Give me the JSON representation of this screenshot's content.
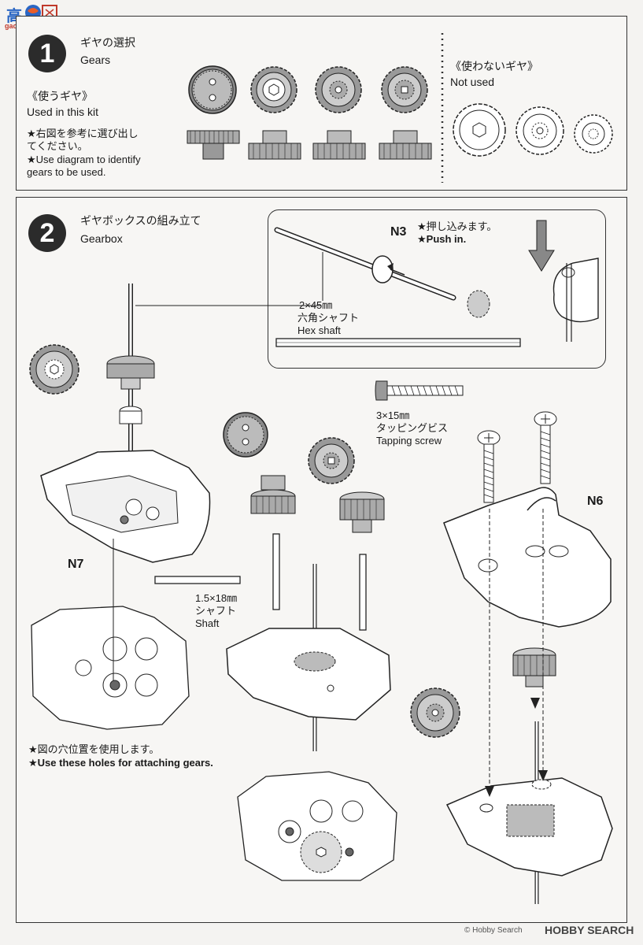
{
  "watermark_top": {
    "logo": "高",
    "url": "gao-shou.com"
  },
  "step1": {
    "number": "1",
    "title_jp": "ギヤの選択",
    "title_en": "Gears",
    "used_jp": "《使うギヤ》",
    "used_en": "Used in this kit",
    "note_jp_1": "★右図を参考に選び出し",
    "note_jp_2": "てください。",
    "note_en_1": "★Use diagram to identify",
    "note_en_2": "gears to be used.",
    "not_used_jp": "《使わないギヤ》",
    "not_used_en": "Not used"
  },
  "step2": {
    "number": "2",
    "title_jp": "ギヤボックスの組み立て",
    "title_en": "Gearbox",
    "n3_label": "N3",
    "push_jp": "★押し込みます。",
    "push_en": "★Push in.",
    "hex_size": "2×45㎜",
    "hex_jp": "六角シャフト",
    "hex_en": "Hex shaft",
    "screw_size": "3×15㎜",
    "screw_jp": "タッピングビス",
    "screw_en": "Tapping screw",
    "n6_label": "N6",
    "n7_label": "N7",
    "shaft_size": "1.5×18㎜",
    "shaft_jp": "シャフト",
    "shaft_en": "Shaft",
    "holes_jp": "★図の穴位置を使用します。",
    "holes_en": "★Use these holes for attaching gears."
  },
  "footer": {
    "brand": "HOBBY SEARCH",
    "copyright": "© Hobby Search"
  }
}
